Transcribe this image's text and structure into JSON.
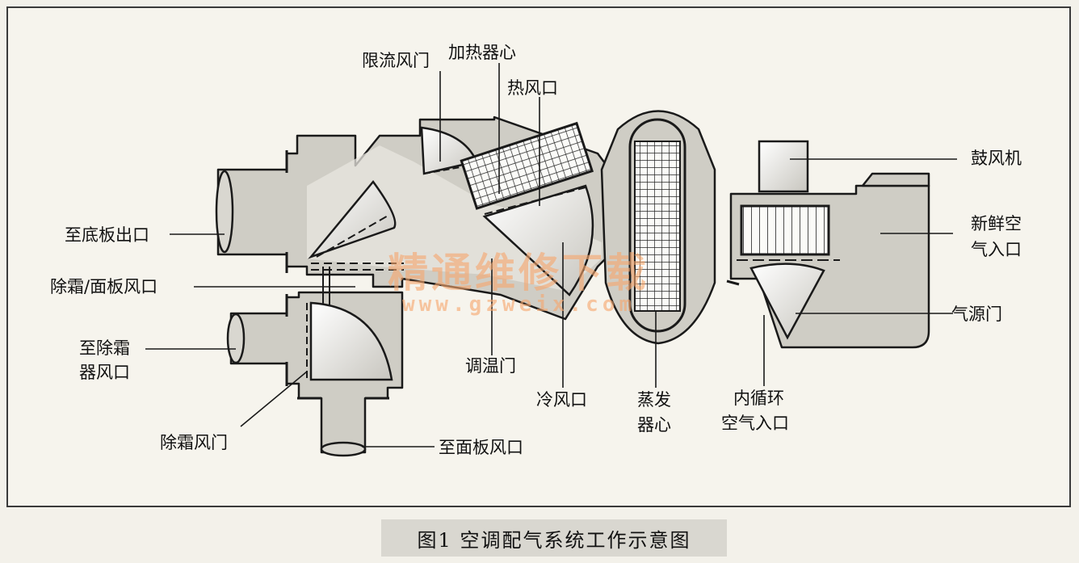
{
  "figure": {
    "caption": "图1  空调配气系统工作示意图"
  },
  "labels": {
    "limit_flow_door": "限流风门",
    "heater_core": "加热器心",
    "hot_air_port": "热风口",
    "blower": "鼓风机",
    "fresh_air_inlet_line1": "新鲜空",
    "fresh_air_inlet_line2": "气入口",
    "to_floor_outlet": "至底板出口",
    "defrost_panel_door": "除霜/面板风口",
    "to_defrost_line1": "至除霜",
    "to_defrost_line2": "器风口",
    "air_source_door": "气源门",
    "temp_door": "调温门",
    "cold_air_port": "冷风口",
    "evaporator_line1": "蒸发",
    "evaporator_line2": "器心",
    "recirc_line1": "内循环",
    "recirc_line2": "空气入口",
    "defrost_door": "除霜风门",
    "to_panel_outlet": "至面板风口"
  },
  "watermark": {
    "text": "精通维修下载",
    "url": "www.gzweix.com"
  }
}
